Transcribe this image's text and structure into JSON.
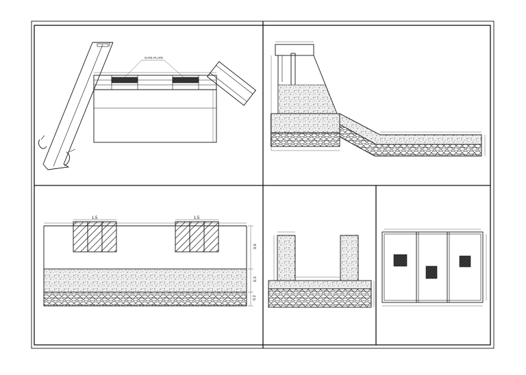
{
  "drawing": {
    "gate_plate_label": "GATE PLATE",
    "panels": [
      {
        "id": "gate-details"
      },
      {
        "id": "weir-section"
      },
      {
        "id": "front-elevation"
      },
      {
        "id": "u-channel-section"
      },
      {
        "id": "grating-plan"
      }
    ],
    "elevation": {
      "gate_width_left": "1.5",
      "gate_width_right": "1.5",
      "depth_top": "0.6",
      "depth_middle": "0.3",
      "depth_bottom": "0.2"
    }
  }
}
